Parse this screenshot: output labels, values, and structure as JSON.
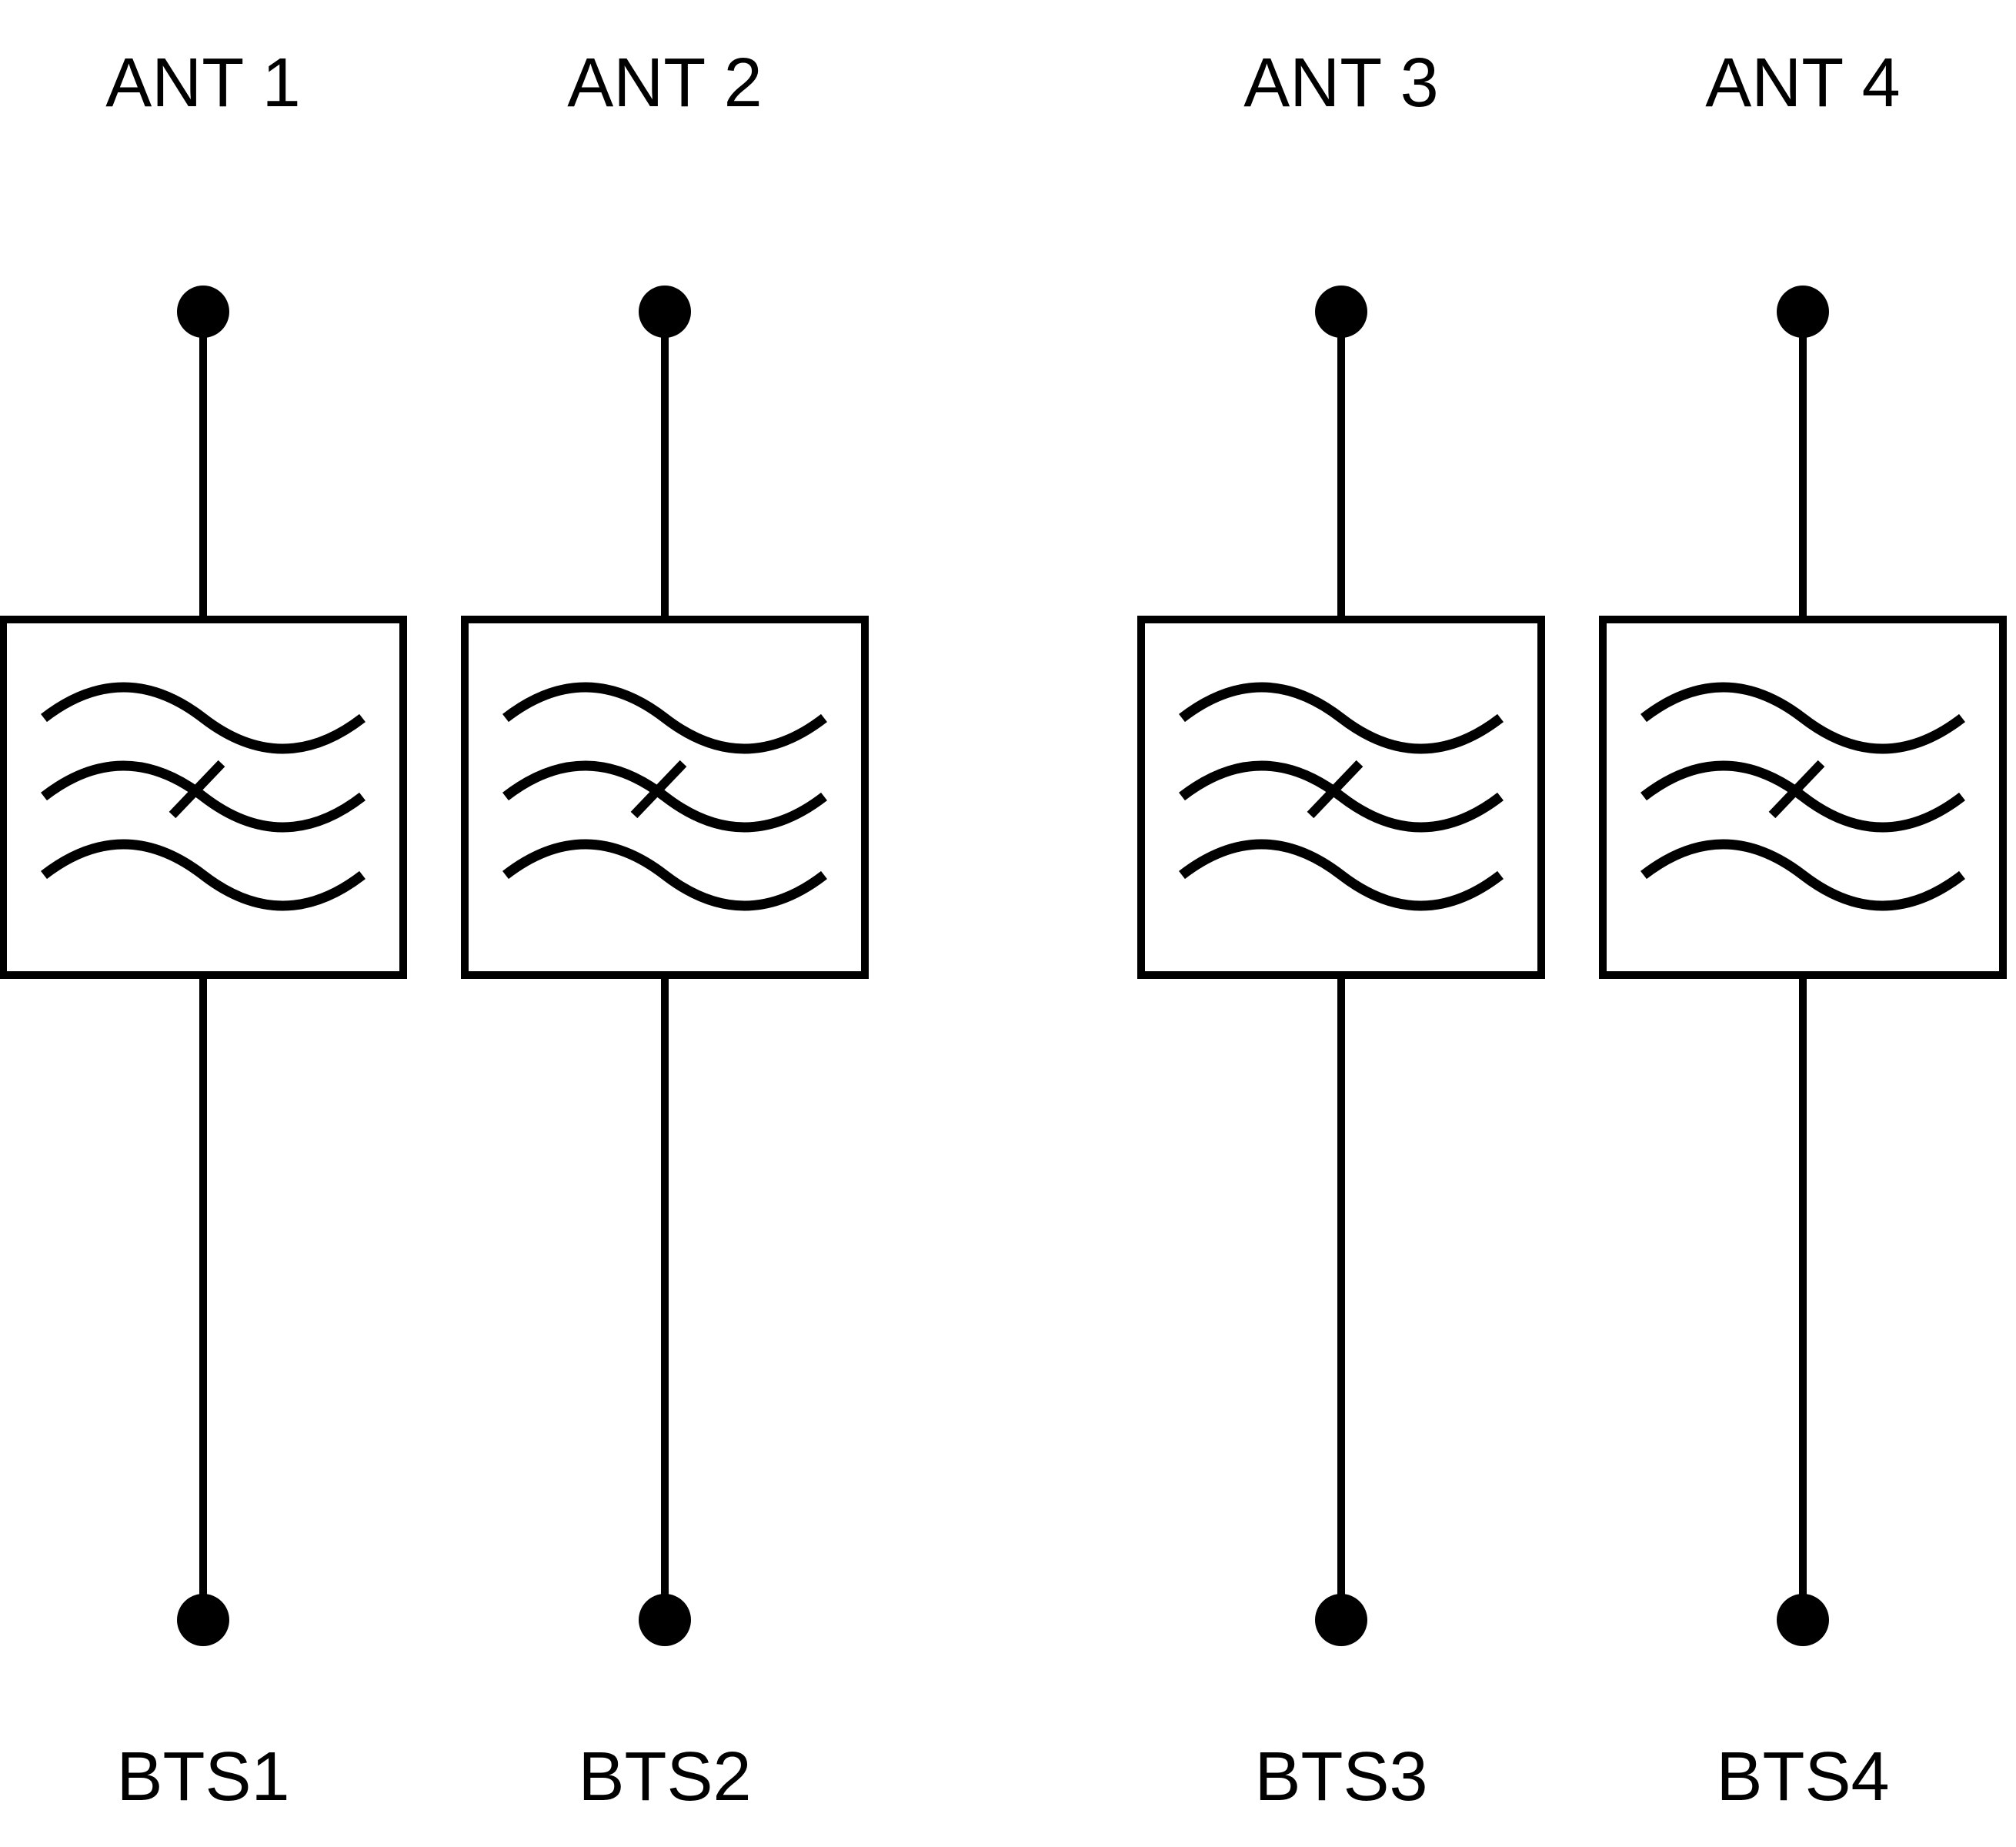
{
  "diagram": {
    "background_color": "#ffffff",
    "stroke_color": "#000000",
    "filter_icon": "band-stop-filter-icon",
    "columns": [
      {
        "antenna_label": "ANT 1",
        "bts_label": "BTS1"
      },
      {
        "antenna_label": "ANT 2",
        "bts_label": "BTS2"
      },
      {
        "antenna_label": "ANT 3",
        "bts_label": "BTS3"
      },
      {
        "antenna_label": "ANT 4",
        "bts_label": "BTS4"
      }
    ]
  }
}
